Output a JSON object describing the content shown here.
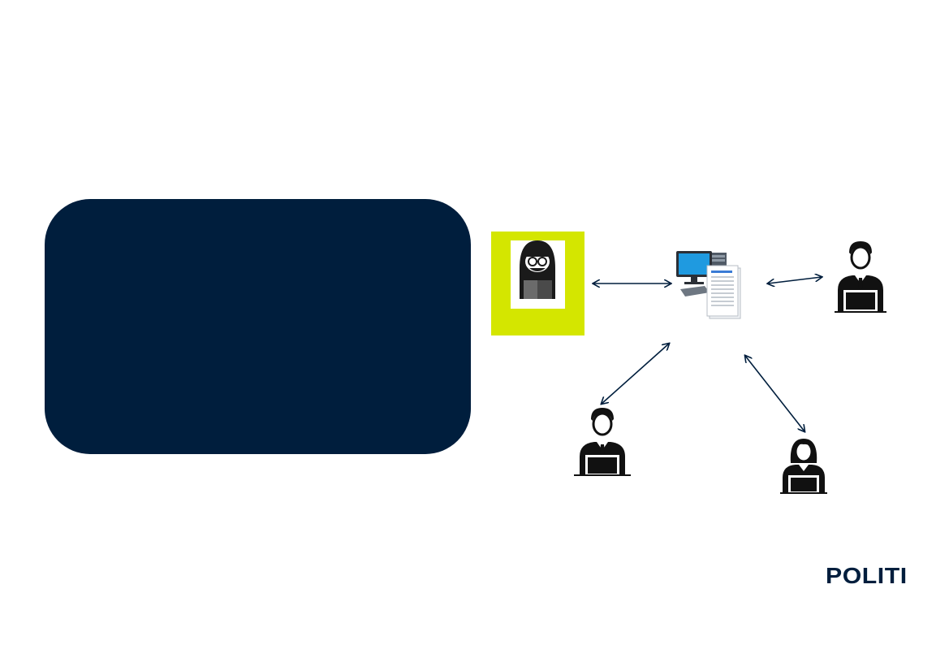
{
  "logo": {
    "text": "POLITI"
  },
  "colors": {
    "navy": "#001e3d",
    "accent_yellow": "#d4e600",
    "icon_black": "#111111"
  },
  "nodes": {
    "hacker": {
      "icon": "hacker-icon",
      "highlighted": true
    },
    "server": {
      "icon": "computer-server-icon"
    },
    "user_right": {
      "icon": "male-user-laptop-icon"
    },
    "user_bottom_left": {
      "icon": "male-user-laptop-icon"
    },
    "user_bottom_right": {
      "icon": "female-user-laptop-icon"
    }
  },
  "connections": [
    {
      "from": "hacker",
      "to": "server",
      "direction": "bidirectional"
    },
    {
      "from": "server",
      "to": "user_right",
      "direction": "bidirectional"
    },
    {
      "from": "server",
      "to": "user_bottom_left",
      "direction": "bidirectional"
    },
    {
      "from": "server",
      "to": "user_bottom_right",
      "direction": "bidirectional"
    }
  ]
}
